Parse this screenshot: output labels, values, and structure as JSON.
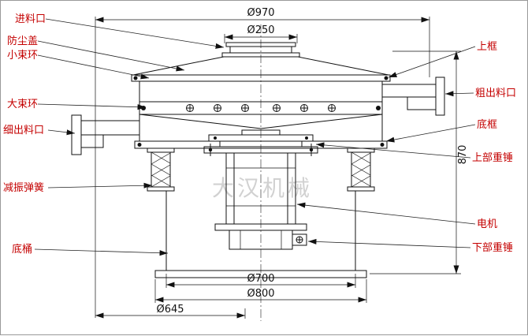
{
  "watermark": "大汉机械",
  "dimensions": {
    "top_outer": "Ø970",
    "inlet": "Ø250",
    "height": "870",
    "barrel": "Ø700",
    "base": "Ø800",
    "offset": "Ø645"
  },
  "labels": {
    "feed_inlet": "进料口",
    "dust_cover": "防尘盖",
    "small_clamp_ring": "小束环",
    "large_clamp_ring": "大束环",
    "fine_outlet": "细出料口",
    "damping_spring": "减振弹簧",
    "bottom_barrel": "底桶",
    "upper_frame": "上框",
    "coarse_outlet": "粗出料口",
    "bottom_frame": "底框",
    "upper_weight": "上部重锤",
    "motor": "电机",
    "lower_weight": "下部重锤"
  },
  "colors": {
    "label_text": "#c40000",
    "drawing_line": "#111111",
    "watermark": "#c9c9c9"
  }
}
